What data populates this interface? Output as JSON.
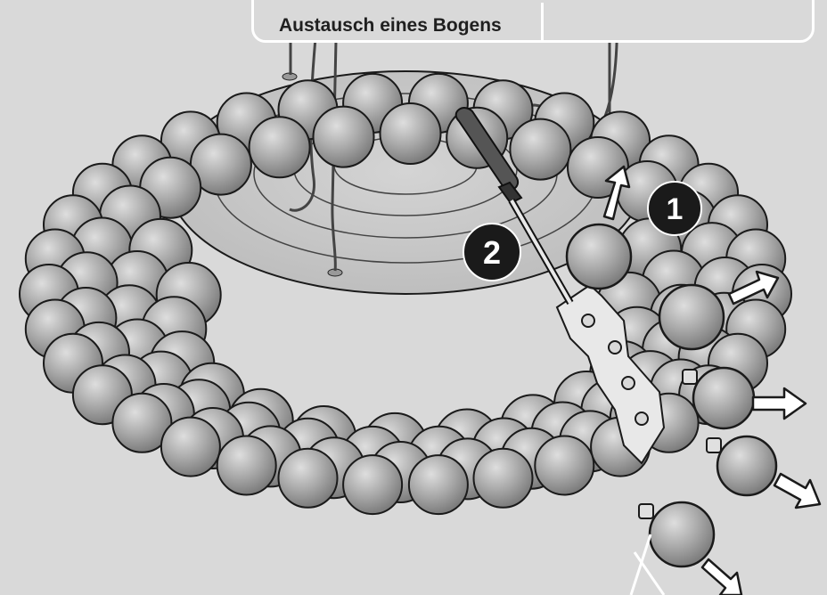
{
  "header": {
    "title": "Austausch eines Bogens"
  },
  "steps": [
    {
      "number": "1"
    },
    {
      "number": "2"
    }
  ],
  "colors": {
    "background": "#d9d9d9",
    "ball_fill": "#9a9a9a",
    "ball_highlight": "#d6d6d6",
    "outline": "#1a1a1a",
    "badge": "#1a1a1a",
    "arrow_fill": "#ffffff"
  },
  "icons": [
    "screwdriver-icon",
    "arrow-up-icon",
    "arrow-right-icon",
    "step-badge-icon"
  ]
}
